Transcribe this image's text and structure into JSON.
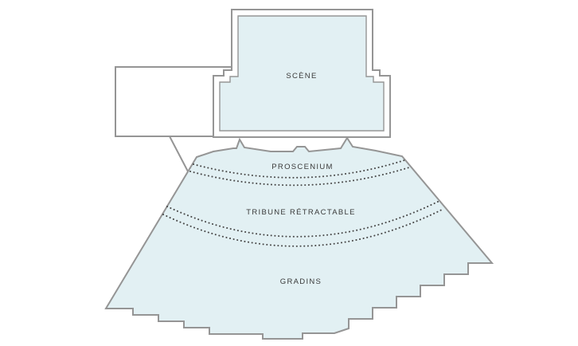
{
  "colors": {
    "background": "#ffffff",
    "area_fill": "#e2f0f3",
    "side_room_fill": "#ffffff",
    "outline": "#959595",
    "dotted_line": "#4a4a4a",
    "label_text": "#3a3a3a"
  },
  "labels": {
    "stage": "SCÈNE",
    "proscenium": "PROSCENIUM",
    "tribune": "TRIBUNE RÉTRACTABLE",
    "gradins": "GRADINS"
  }
}
